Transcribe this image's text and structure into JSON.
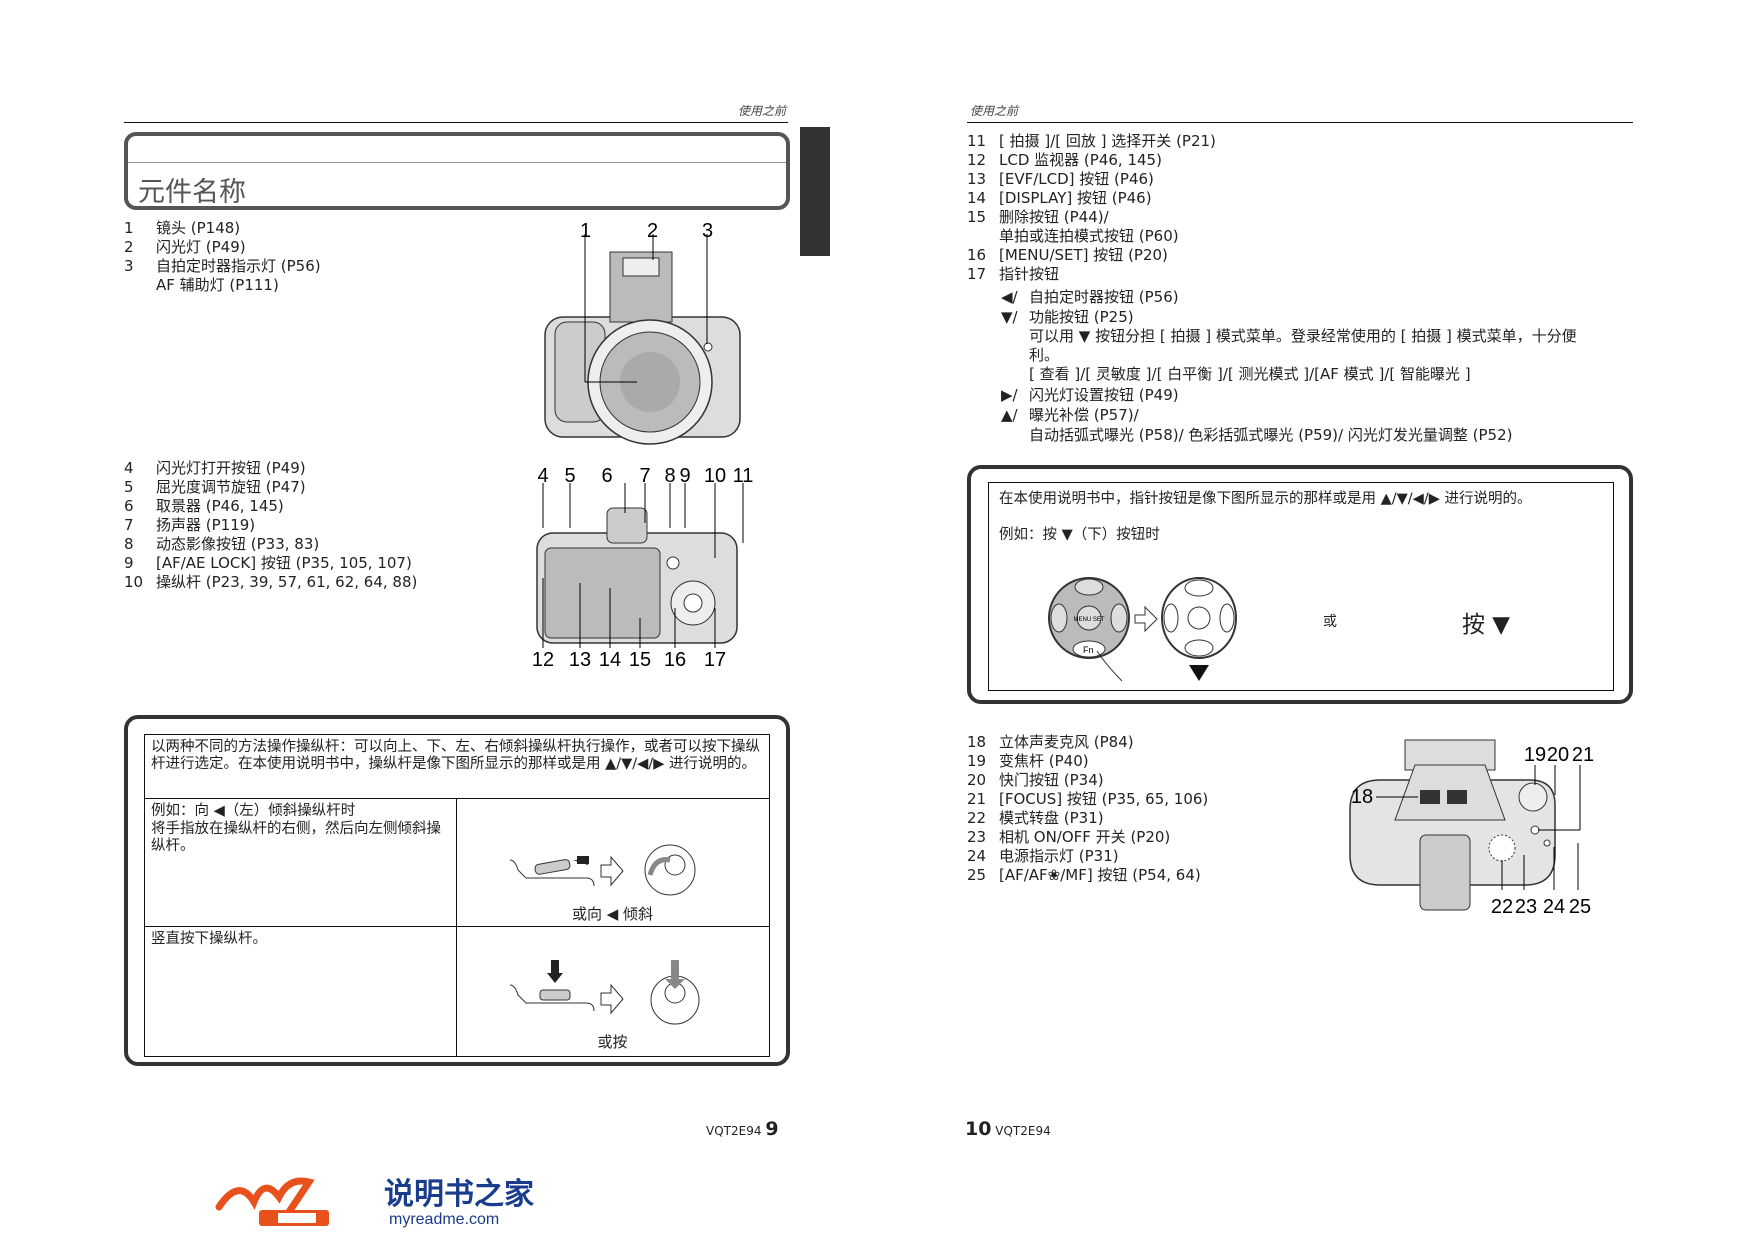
{
  "left_page": {
    "header": "使用之前",
    "title": "元件名称",
    "items_front": [
      {
        "n": "1",
        "t": "镜头 (P148)"
      },
      {
        "n": "2",
        "t": "闪光灯 (P49)"
      },
      {
        "n": "3",
        "t": "自拍定时器指示灯 (P56)"
      },
      {
        "n": "",
        "t": "AF 辅助灯 (P111)"
      }
    ],
    "front_labels": [
      "1",
      "2",
      "3"
    ],
    "items_back": [
      {
        "n": "4",
        "t": "闪光灯打开按钮 (P49)"
      },
      {
        "n": "5",
        "t": "屈光度调节旋钮 (P47)"
      },
      {
        "n": "6",
        "t": "取景器 (P46, 145)"
      },
      {
        "n": "7",
        "t": "扬声器 (P119)"
      },
      {
        "n": "8",
        "t": "动态影像按钮 (P33, 83)"
      },
      {
        "n": "9",
        "t": "[AF/AE LOCK] 按钮 (P35, 105, 107)"
      },
      {
        "n": "10",
        "t": "操纵杆 (P23, 39, 57, 61, 62, 64, 88)"
      }
    ],
    "back_labels_top": [
      "4",
      "5",
      "6",
      "7",
      "8",
      "9",
      "10",
      "11"
    ],
    "back_labels_bottom": [
      "12",
      "13",
      "14",
      "15",
      "16",
      "17"
    ],
    "joystick_box": {
      "intro": "以两种不同的方法操作操纵杆：可以向上、下、左、右倾斜操纵杆执行操作，或者可以按下操纵杆进行选定。在本使用说明书中，操纵杆是像下图所显示的那样或是用 ▲/▼/◀/▶ 进行说明的。",
      "row1_text_1": "例如：向 ◀（左）倾斜操纵杆时",
      "row1_text_2": "将手指放在操纵杆的右侧，然后向左侧倾斜操纵杆。",
      "row1_caption": "或向 ◀ 倾斜",
      "row2_text": "竖直按下操纵杆。",
      "row2_caption": "或按"
    },
    "footer_code": "VQT2E94",
    "page_number": "9"
  },
  "right_page": {
    "header": "使用之前",
    "items": [
      {
        "n": "11",
        "t": "[ 拍摄 ]/[ 回放 ] 选择开关 (P21)"
      },
      {
        "n": "12",
        "t": "LCD 监视器 (P46, 145)"
      },
      {
        "n": "13",
        "t": "[EVF/LCD] 按钮 (P46)"
      },
      {
        "n": "14",
        "t": "[DISPLAY] 按钮 (P46)"
      },
      {
        "n": "15",
        "t": "删除按钮 (P44)/"
      },
      {
        "n": "",
        "t": "单拍或连拍模式按钮 (P60)"
      },
      {
        "n": "16",
        "t": "[MENU/SET] 按钮 (P20)"
      },
      {
        "n": "17",
        "t": "指针按钮"
      }
    ],
    "sub_items": [
      {
        "sym": "◀/",
        "t": "自拍定时器按钮 (P56)"
      },
      {
        "sym": "▼/",
        "t": "功能按钮 (P25)"
      },
      {
        "sym": "",
        "t": "可以用 ▼ 按钮分担 [ 拍摄 ] 模式菜单。登录经常使用的 [ 拍摄 ] 模式菜单，十分便"
      },
      {
        "sym": "",
        "t": "利。"
      },
      {
        "sym": "",
        "t": "[ 查看 ]/[ 灵敏度 ]/[ 白平衡 ]/[ 测光模式 ]/[AF 模式 ]/[ 智能曝光 ]"
      },
      {
        "sym": "▶/",
        "t": "闪光灯设置按钮 (P49)"
      },
      {
        "sym": "▲/",
        "t": "曝光补偿 (P57)/"
      },
      {
        "sym": "",
        "t": "自动括弧式曝光 (P58)/ 色彩括弧式曝光 (P59)/ 闪光灯发光量调整 (P52)"
      }
    ],
    "cursor_box": {
      "text": "在本使用说明书中，指针按钮是像下图所显示的那样或是用 ▲/▼/◀/▶ 进行说明的。",
      "example": "例如：按 ▼（下）按钮时",
      "or": "或",
      "press": "按 ▼",
      "menu_label": "MENU SET",
      "fn_label": "Fn"
    },
    "items_top": [
      {
        "n": "18",
        "t": "立体声麦克风 (P84)"
      },
      {
        "n": "19",
        "t": "变焦杆 (P40)"
      },
      {
        "n": "20",
        "t": "快门按钮 (P34)"
      },
      {
        "n": "21",
        "t": "[FOCUS] 按钮 (P35, 65, 106)"
      },
      {
        "n": "22",
        "t": "模式转盘 (P31)"
      },
      {
        "n": "23",
        "t": "相机 ON/OFF 开关 (P20)"
      },
      {
        "n": "24",
        "t": "电源指示灯 (P31)"
      },
      {
        "n": "25",
        "t": "[AF/AF❀/MF] 按钮 (P54, 64)"
      }
    ],
    "top_labels": [
      "18",
      "19",
      "20",
      "21",
      "22",
      "23",
      "24",
      "25"
    ],
    "page_number": "10",
    "footer_code": "VQT2E94"
  },
  "logo": {
    "brand": "my readme.com",
    "cn_name": "说明书之家",
    "url_text": "myreadme.com",
    "color": "#e8501c"
  }
}
